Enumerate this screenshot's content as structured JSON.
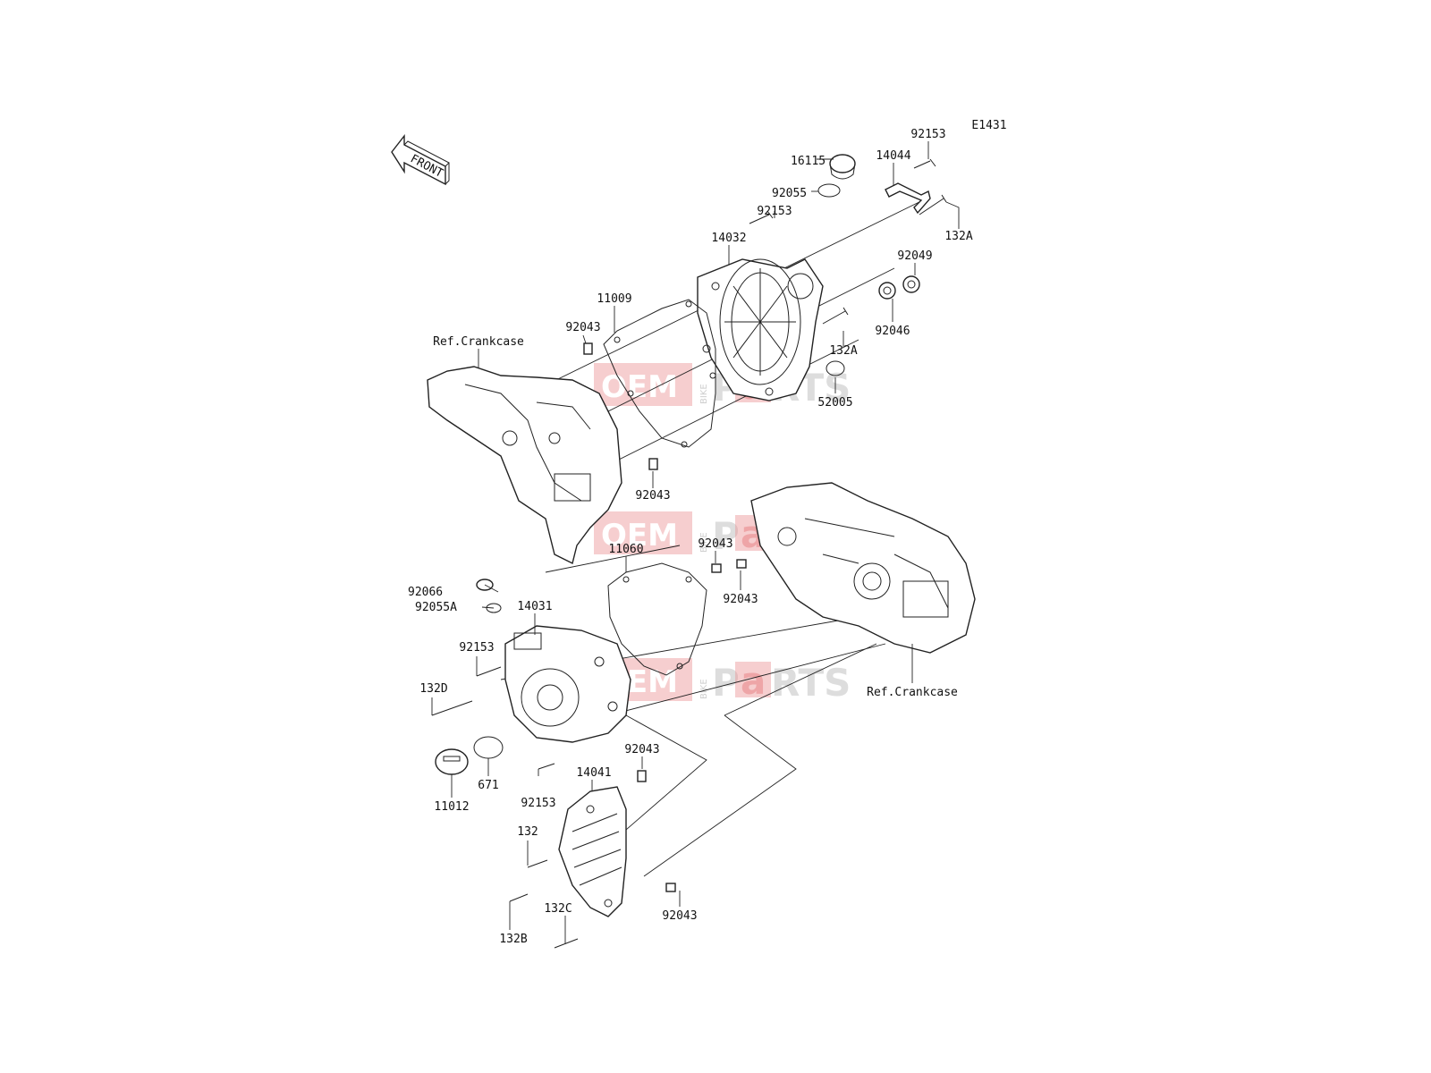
{
  "diagram_code": "E1431",
  "front_label": "FRONT",
  "watermark": {
    "oem": "OEM",
    "bike": "BIKE",
    "p": "P",
    "a": "a",
    "rts": "RTS"
  },
  "callouts": {
    "c92153_top": "92153",
    "c16115": "16115",
    "c14044": "14044",
    "c92055": "92055",
    "c92153_b": "92153",
    "c132A_top": "132A",
    "c14032": "14032",
    "c92049": "92049",
    "c11009": "11009",
    "c92043_a": "92043",
    "c92046": "92046",
    "c132A_mid": "132A",
    "ref_crankcase_top": "Ref.Crankcase",
    "c52005": "52005",
    "c92043_b": "92043",
    "c11060": "11060",
    "c92043_c": "92043",
    "c92066": "92066",
    "c92055A": "92055A",
    "c14031": "14031",
    "c92043_d": "92043",
    "c92153_c": "92153",
    "c132D": "132D",
    "ref_crankcase_bottom": "Ref.Crankcase",
    "c92043_e": "92043",
    "c14041": "14041",
    "c671": "671",
    "c92153_d": "92153",
    "c11012": "11012",
    "c132": "132",
    "c132C": "132C",
    "c92043_f": "92043",
    "c132B": "132B"
  }
}
